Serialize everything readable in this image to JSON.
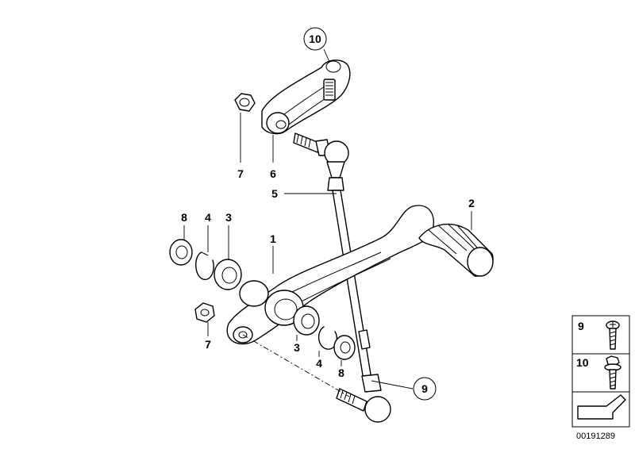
{
  "labels": {
    "p1": "1",
    "p2": "2",
    "p3a": "3",
    "p3b": "3",
    "p4a": "4",
    "p4b": "4",
    "p5": "5",
    "p6": "6",
    "p7a": "7",
    "p7b": "7",
    "p8a": "8",
    "p8b": "8",
    "p9": "9",
    "p10": "10"
  },
  "legend": {
    "item9": "9",
    "item10": "10"
  },
  "diagram_code": "00191289"
}
